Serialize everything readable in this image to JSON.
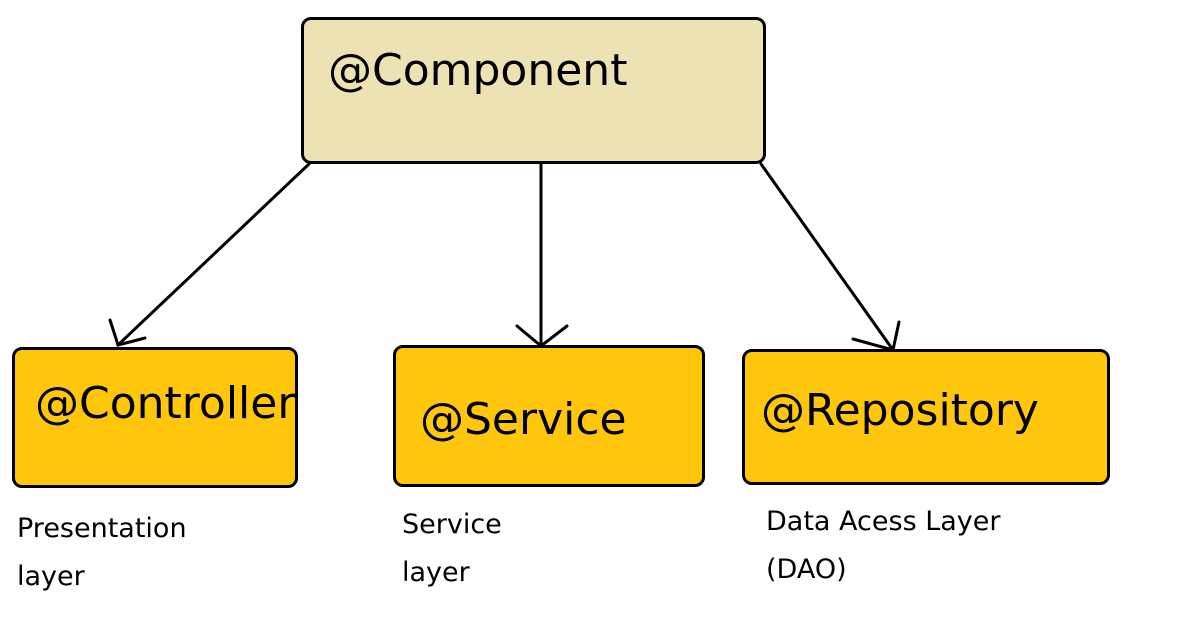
{
  "colors": {
    "parent_fill": "#ede2b4",
    "child_fill": "#fec70e",
    "stroke": "#000000",
    "background": "#ffffff"
  },
  "nodes": {
    "component": {
      "label": "@Component"
    },
    "controller": {
      "label": "@Controller"
    },
    "service": {
      "label": "@Service"
    },
    "repository": {
      "label": "@Repository"
    }
  },
  "captions": {
    "controller": {
      "line1": "Presentation",
      "line2": "layer"
    },
    "service": {
      "line1": "Service",
      "line2": "layer"
    },
    "repository": {
      "line1": "Data Acess Layer",
      "line2": "(DAO)"
    }
  },
  "edges": [
    {
      "from": "component",
      "to": "controller"
    },
    {
      "from": "component",
      "to": "service"
    },
    {
      "from": "component",
      "to": "repository"
    }
  ]
}
